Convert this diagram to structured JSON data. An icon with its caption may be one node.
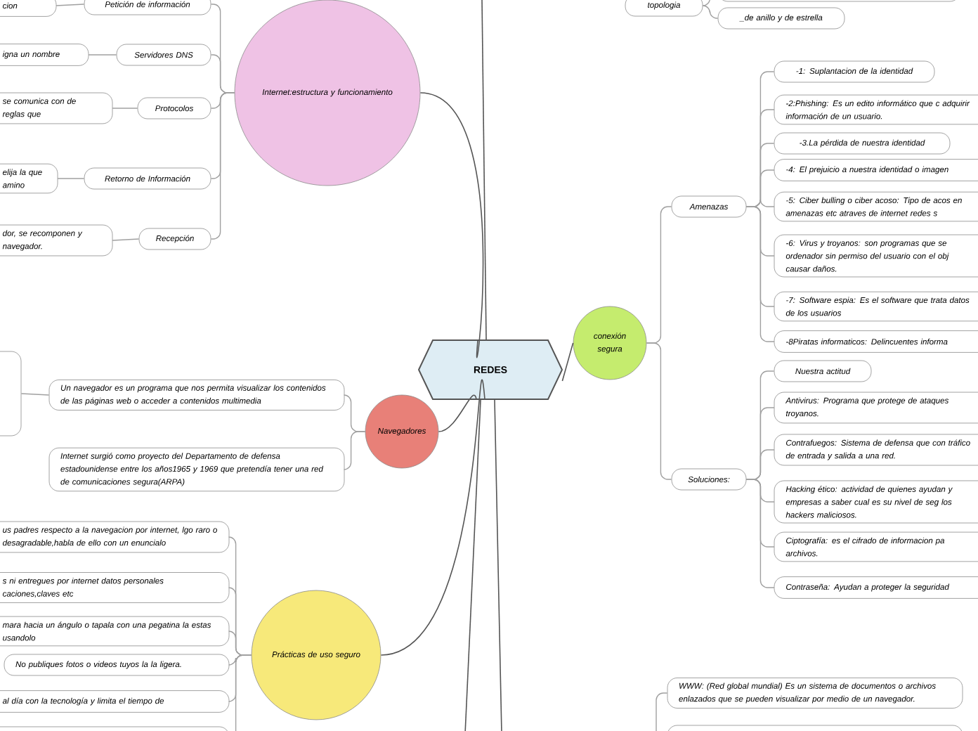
{
  "diagram": {
    "nodes": [
      {
        "text": [
          "REDES"
        ]
      },
      {
        "text": [
          "Internet:estructura y funcionamiento"
        ]
      },
      {
        "text": [
          "Petición de información"
        ]
      },
      {
        "text": [
          "cion"
        ]
      },
      {
        "text": [
          "Servidores DNS"
        ]
      },
      {
        "text": [
          "igna un nombre"
        ]
      },
      {
        "text": [
          "Protocolos"
        ]
      },
      {
        "text": [
          "se comunica con de reglas que"
        ]
      },
      {
        "text": [
          "Retorno de Información"
        ]
      },
      {
        "text": [
          "elija la que amino"
        ]
      },
      {
        "text": [
          "Recepción"
        ]
      },
      {
        "text": [
          "dor, se recomponen y navegador."
        ]
      },
      {
        "text": [
          "topologia"
        ]
      },
      {
        "text": [],
        "shape": "box"
      },
      {
        "text": [
          "_de anillo y de estrella"
        ]
      },
      {
        "text": [
          "conexión segura"
        ]
      },
      {
        "text": [
          "Amenazas"
        ]
      },
      {
        "text": [
          "-1: Suplantacion de la identidad"
        ]
      },
      {
        "text": [
          "-2:Phishing: Es un edito informático que c adquirir información de un usuario."
        ]
      },
      {
        "text": [
          "-3.La pérdida de nuestra identidad"
        ]
      },
      {
        "text": [
          "-4: El prejuicio a nuestra identidad o imagen"
        ]
      },
      {
        "text": [
          "-5: Ciber bulling o ciber acoso: Tipo de acos en amenazas etc atraves de internet redes s"
        ]
      },
      {
        "text": [
          "-6: Virus y troyanos: son programas que se ordenador sin permiso del usuario con el obj causar daños."
        ]
      },
      {
        "text": [
          "-7: Software espia: Es el software que trata datos de los usuarios"
        ]
      },
      {
        "text": [
          "-8Piratas informaticos: Delincuentes informa"
        ]
      },
      {
        "text": [
          "Soluciones:"
        ]
      },
      {
        "text": [
          "Nuestra actitud"
        ]
      },
      {
        "text": [
          "Antivirus: Programa que protege de ataques troyanos."
        ]
      },
      {
        "text": [
          "Contrafuegos: Sistema de defensa que con tráfico de entrada y salida a una red."
        ]
      },
      {
        "text": [
          "Hacking ético: actividad de quienes ayudan y empresas a saber cual es su nivel de seg los hackers maliciosos."
        ]
      },
      {
        "text": [
          "Ciptografía: es el cifrado de informacion pa archivos."
        ]
      },
      {
        "text": [
          "Contraseña: Ayudan a proteger la seguridad"
        ]
      },
      {
        "text": [
          "Navegadores"
        ]
      },
      {
        "text": [],
        "shape": "box"
      },
      {
        "text": [
          "Un navegador es un programa que nos permita visualizar los contenidos de las páginas web o acceder a contenidos multimedia"
        ]
      },
      {
        "text": [
          "Internet surgió como proyecto del Departamento de defensa estadounidense entre los años1965 y 1969 que pretendía tener una red de comunicaciones segura(ARPA)"
        ]
      },
      {
        "text": [
          "Prácticas de uso seguro"
        ]
      },
      {
        "text": [
          "us padres respecto a la navegacion por internet, lgo raro o desagradable,habla de ello con un enuncialo"
        ]
      },
      {
        "text": [
          "s ni entregues por internet datos personales caciones,claves etc"
        ]
      },
      {
        "text": [
          "mara hacia un ángulo o tapala con una pegatina la estas usandolo"
        ]
      },
      {
        "text": [
          "No publiques fotos o videos tuyos la la ligera."
        ]
      },
      {
        "text": [
          "al día con la tecnología y limita el tiempo de"
        ]
      },
      {
        "text": [],
        "shape": "box"
      },
      {
        "text": [
          "WWW: (Red global mundial) Es un sistema de documentos o archivos enlazados que se pueden visualizar por medio de un navegador."
        ]
      },
      {
        "text": [],
        "shape": "box"
      }
    ],
    "edges": [
      {
        "from": 0,
        "to": 1,
        "arrow": "none"
      },
      {
        "from": 0,
        "to": 15,
        "arrow": "none"
      },
      {
        "from": 0,
        "to": 32,
        "arrow": "none"
      },
      {
        "from": 0,
        "to": 36,
        "arrow": "none"
      },
      {
        "from": 0,
        "to": null,
        "arrow": "none"
      },
      {
        "from": 0,
        "to": null,
        "arrow": "none"
      },
      {
        "from": 0,
        "to": null,
        "arrow": "none"
      },
      {
        "from": 1,
        "to": 2,
        "arrow": "none"
      },
      {
        "from": 1,
        "to": 4,
        "arrow": "none"
      },
      {
        "from": 1,
        "to": 6,
        "arrow": "none"
      },
      {
        "from": 1,
        "to": 8,
        "arrow": "none"
      },
      {
        "from": 1,
        "to": 10,
        "arrow": "none"
      },
      {
        "from": 2,
        "to": 3,
        "arrow": "none"
      },
      {
        "from": 4,
        "to": 5,
        "arrow": "none"
      },
      {
        "from": 6,
        "to": 7,
        "arrow": "none"
      },
      {
        "from": 8,
        "to": 9,
        "arrow": "none"
      },
      {
        "from": 10,
        "to": 11,
        "arrow": "none"
      },
      {
        "from": 12,
        "to": 13,
        "arrow": "none"
      },
      {
        "from": 12,
        "to": 14,
        "arrow": "none"
      },
      {
        "from": 15,
        "to": 16,
        "arrow": "none"
      },
      {
        "from": 15,
        "to": 25,
        "arrow": "none"
      },
      {
        "from": 16,
        "to": 17,
        "arrow": "none"
      },
      {
        "from": 16,
        "to": 18,
        "arrow": "none"
      },
      {
        "from": 16,
        "to": 19,
        "arrow": "none"
      },
      {
        "from": 16,
        "to": 20,
        "arrow": "none"
      },
      {
        "from": 16,
        "to": 21,
        "arrow": "none"
      },
      {
        "from": 16,
        "to": 22,
        "arrow": "none"
      },
      {
        "from": 16,
        "to": 23,
        "arrow": "none"
      },
      {
        "from": 16,
        "to": 24,
        "arrow": "none"
      },
      {
        "from": 25,
        "to": 26,
        "arrow": "none"
      },
      {
        "from": 25,
        "to": 27,
        "arrow": "none"
      },
      {
        "from": 25,
        "to": 28,
        "arrow": "none"
      },
      {
        "from": 25,
        "to": 29,
        "arrow": "none"
      },
      {
        "from": 25,
        "to": 30,
        "arrow": "none"
      },
      {
        "from": 25,
        "to": 31,
        "arrow": "none"
      },
      {
        "from": 32,
        "to": 34,
        "arrow": "none"
      },
      {
        "from": 32,
        "to": 35,
        "arrow": "none"
      },
      {
        "from": 34,
        "to": 33,
        "arrow": "none"
      },
      {
        "from": 36,
        "to": 37,
        "arrow": "none"
      },
      {
        "from": 36,
        "to": 38,
        "arrow": "none"
      },
      {
        "from": 36,
        "to": 39,
        "arrow": "none"
      },
      {
        "from": 36,
        "to": 40,
        "arrow": "none"
      },
      {
        "from": 36,
        "to": 41,
        "arrow": "none"
      },
      {
        "from": 36,
        "to": 42,
        "arrow": "none"
      },
      {
        "from": null,
        "to": 43,
        "arrow": "none"
      }
    ]
  }
}
